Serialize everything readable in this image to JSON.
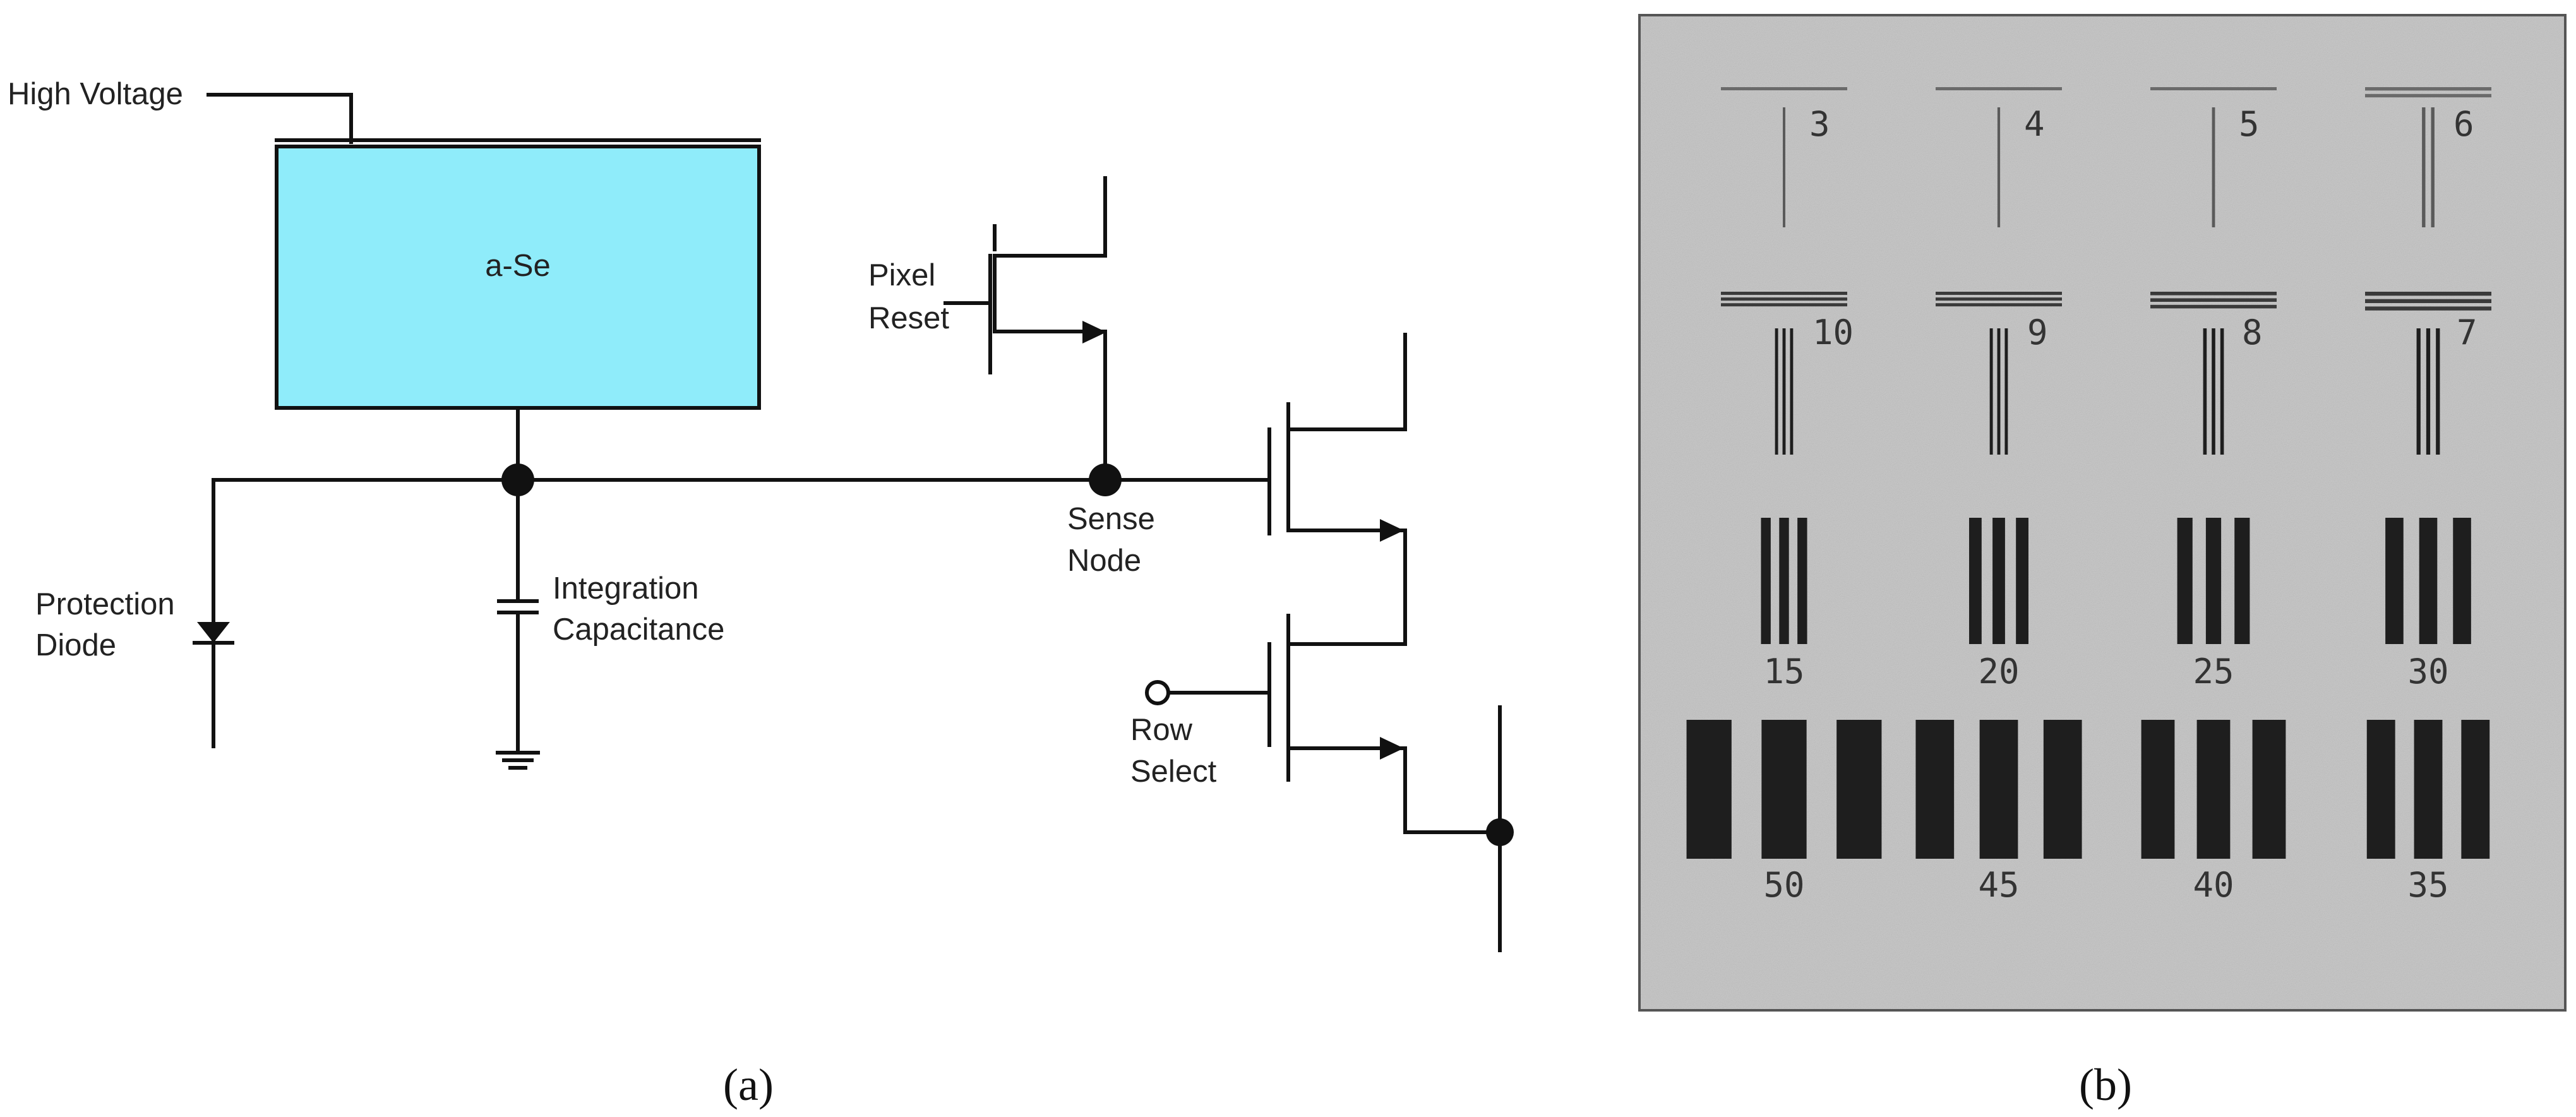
{
  "panel_a": {
    "labels": {
      "high_voltage": "High Voltage",
      "material": "a-Se",
      "pixel": "Pixel",
      "reset": "Reset",
      "sense": "Sense",
      "node": "Node",
      "protection": "Protection",
      "diode": "Diode",
      "integration": "Integration",
      "capacitance": "Capacitance",
      "row": "Row",
      "select": "Select"
    },
    "caption": "(a)",
    "colors": {
      "detector_fill": "#8fecfa",
      "wire": "#111111"
    }
  },
  "panel_b": {
    "caption": "(b)",
    "groups": [
      {
        "label": "3",
        "lines": 1
      },
      {
        "label": "4",
        "lines": 1
      },
      {
        "label": "5",
        "lines": 1
      },
      {
        "label": "6",
        "lines": 2
      },
      {
        "label": "10",
        "lines": 3
      },
      {
        "label": "9",
        "lines": 3
      },
      {
        "label": "8",
        "lines": 3
      },
      {
        "label": "7",
        "lines": 3
      },
      {
        "label": "15",
        "lines": 3
      },
      {
        "label": "20",
        "lines": 3
      },
      {
        "label": "25",
        "lines": 3
      },
      {
        "label": "30",
        "lines": 3
      },
      {
        "label": "50",
        "lines": 3
      },
      {
        "label": "45",
        "lines": 3
      },
      {
        "label": "40",
        "lines": 3
      },
      {
        "label": "35",
        "lines": 3
      }
    ],
    "colors": {
      "background": "#c9c9c9",
      "bars": "#1e1e1e"
    }
  }
}
